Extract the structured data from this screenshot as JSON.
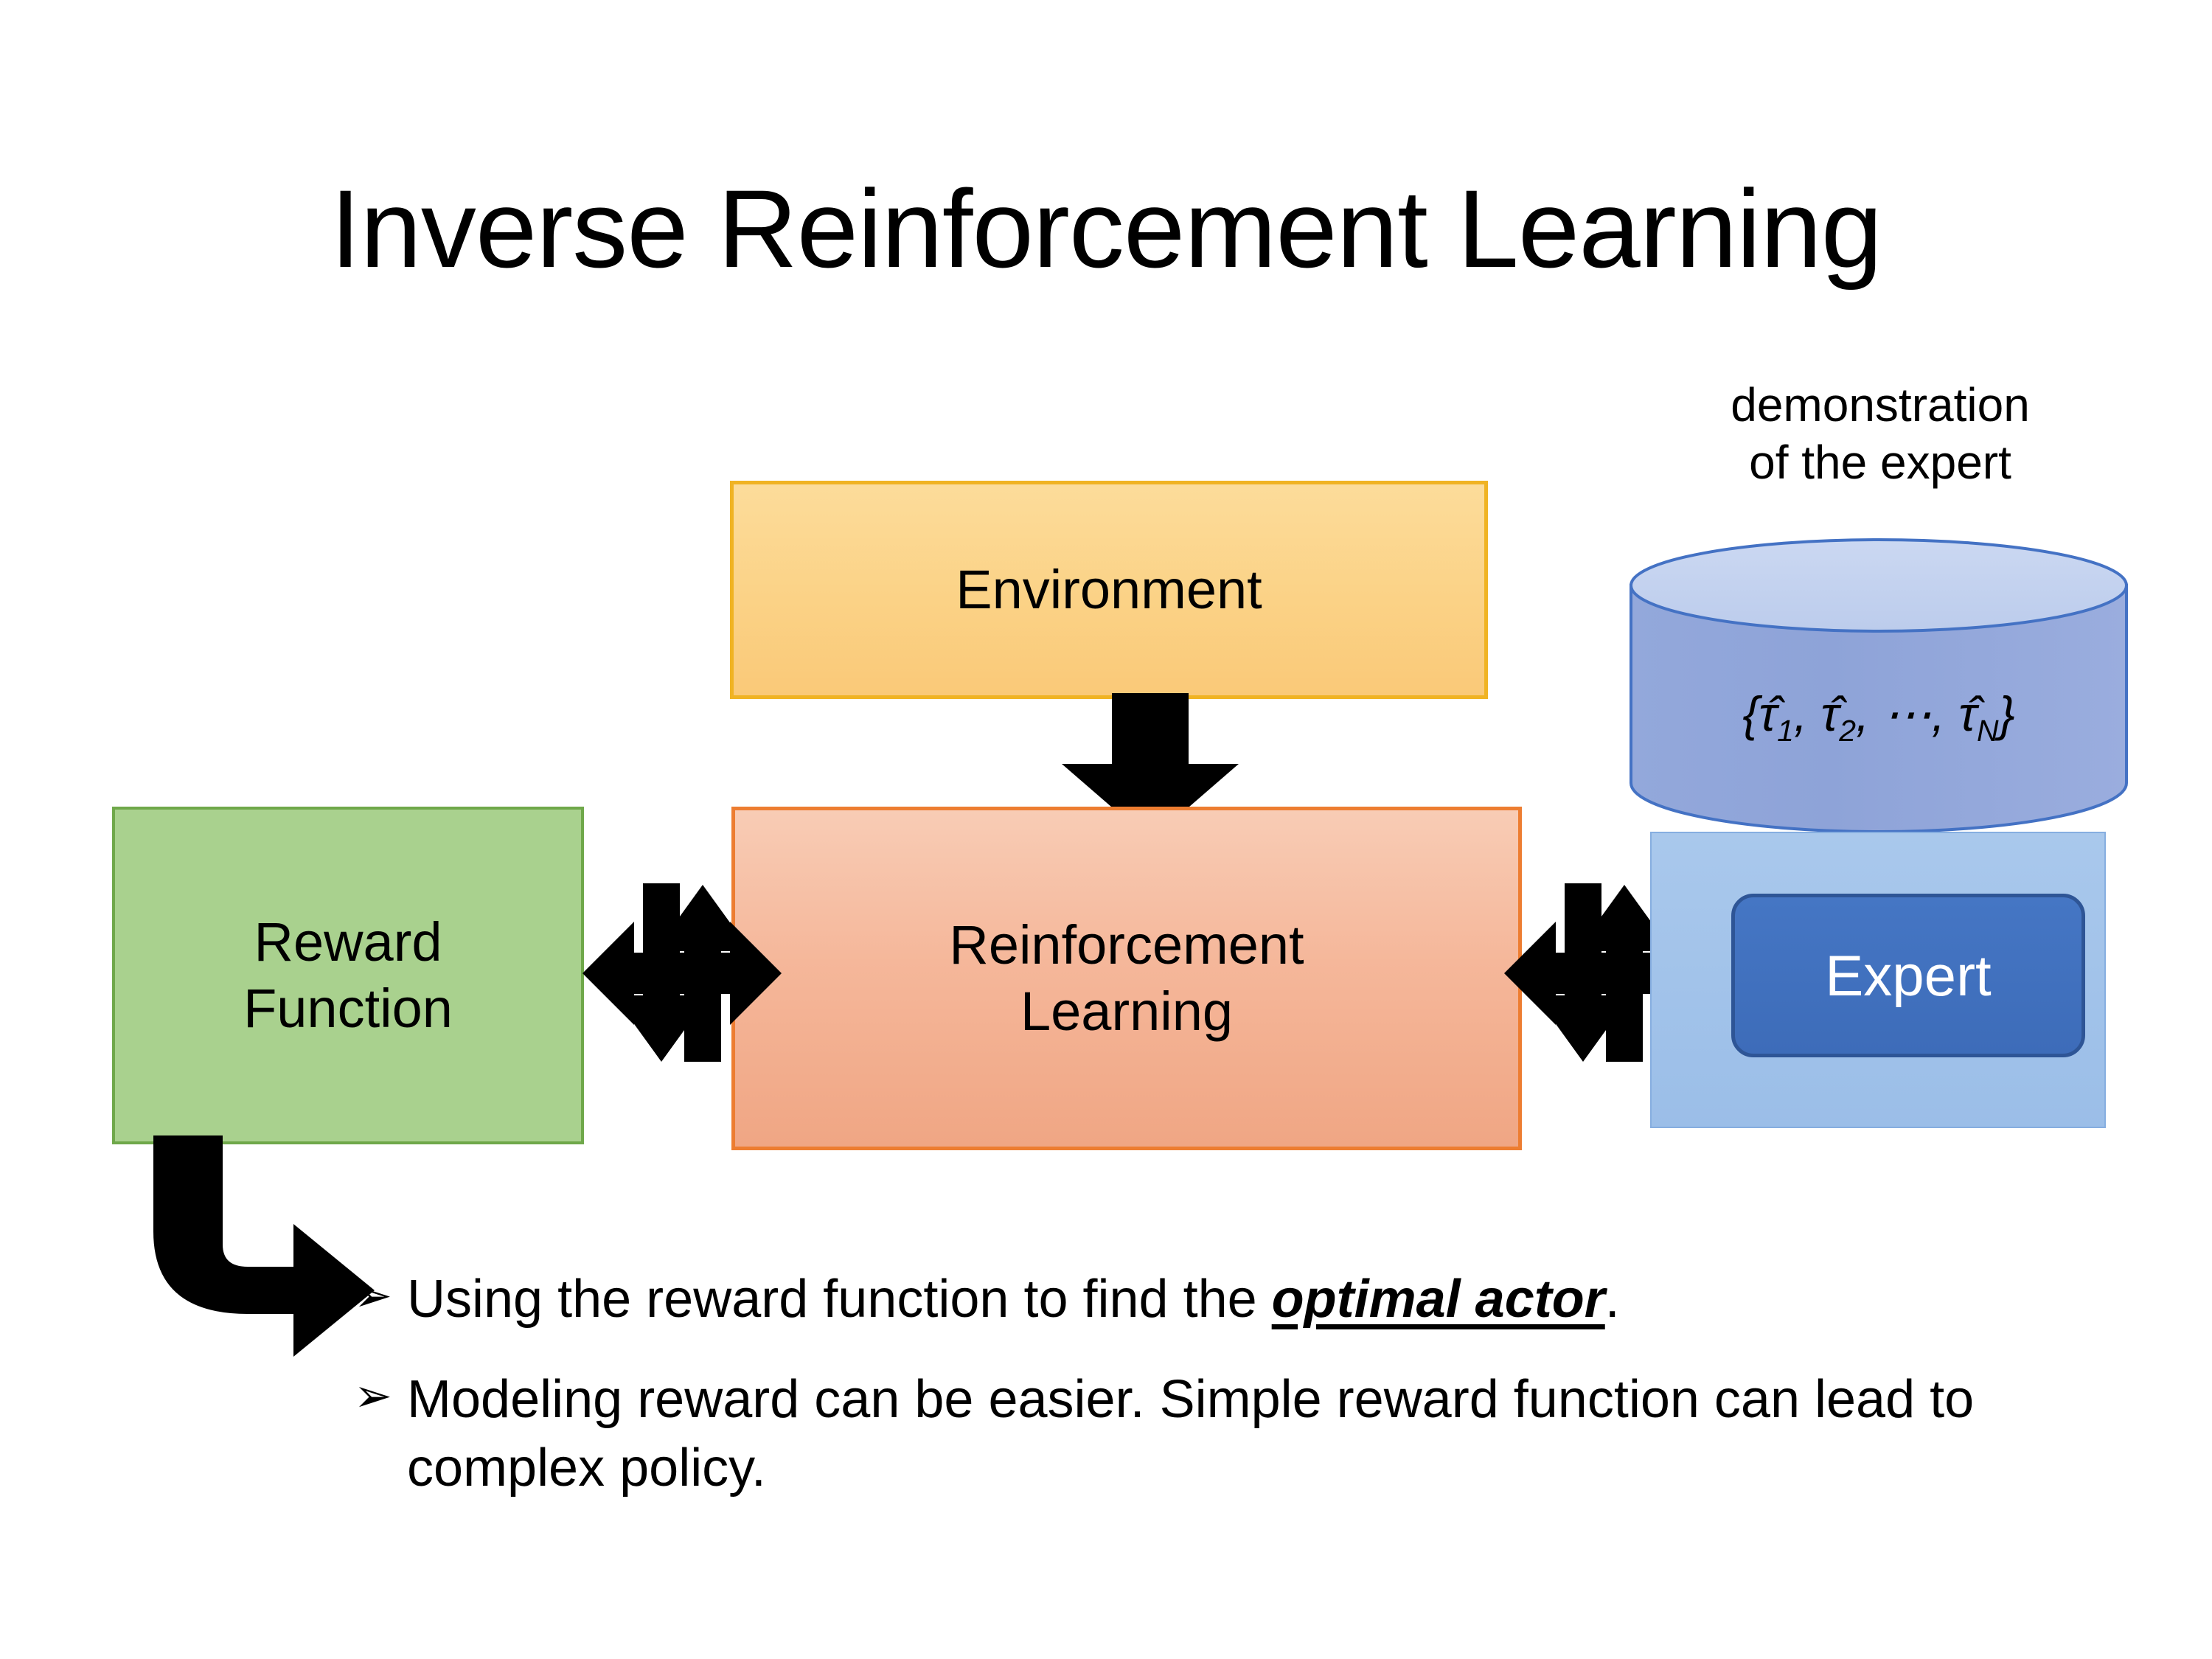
{
  "slide": {
    "title": "Inverse Reinforcement Learning",
    "background_color": "#FFFFFF"
  },
  "diagram": {
    "environment": {
      "label": "Environment",
      "fill_color": "#FBD286",
      "border_color": "#F0B323"
    },
    "reinforcement_learning": {
      "label_line1": "Reinforcement",
      "label_line2": "Learning",
      "fill_color": "#F5B79A",
      "border_color": "#ED7D31"
    },
    "reward_function": {
      "label_line1": "Reward",
      "label_line2": "Function",
      "fill_color": "#A9D18E",
      "border_color": "#6FA84A"
    },
    "expert": {
      "caption_line1": "demonstration",
      "caption_line2": "of the expert",
      "cylinder_label_open": "{",
      "cylinder_label_tau1": "τ̂",
      "cylinder_label_sub1": "1",
      "cylinder_label_comma1": ", ",
      "cylinder_label_tau2": "τ̂",
      "cylinder_label_sub2": "2",
      "cylinder_label_comma2": ", ",
      "cylinder_label_dots": "⋯",
      "cylinder_label_comma3": ", ",
      "cylinder_label_tauN": "τ̂",
      "cylinder_label_subN": "N",
      "cylinder_label_close": "}",
      "cylinder_top_color": "#C6D4EF",
      "cylinder_body_color": "#8EA3D8",
      "cylinder_border_color": "#4472C4",
      "panel_color": "#A9C8EC",
      "button_label": "Expert",
      "button_fill_color": "#4170BE",
      "button_border_color": "#2E5596",
      "button_text_color": "#FFFFFF"
    },
    "connectors": {
      "env_to_rl": "down-arrow",
      "reward_to_rl": "four-way-double-arrow",
      "rl_to_expert": "four-way-double-arrow",
      "reward_to_bullets": "bent-arrow",
      "arrow_color": "#000000"
    }
  },
  "bullets": [
    {
      "marker": "➢",
      "text_before": "Using the reward function to find the ",
      "emphasis": "optimal actor",
      "text_after": "."
    },
    {
      "marker": "➢",
      "text_before": "Modeling reward can be easier. Simple reward function can lead to complex policy.",
      "emphasis": "",
      "text_after": ""
    }
  ]
}
